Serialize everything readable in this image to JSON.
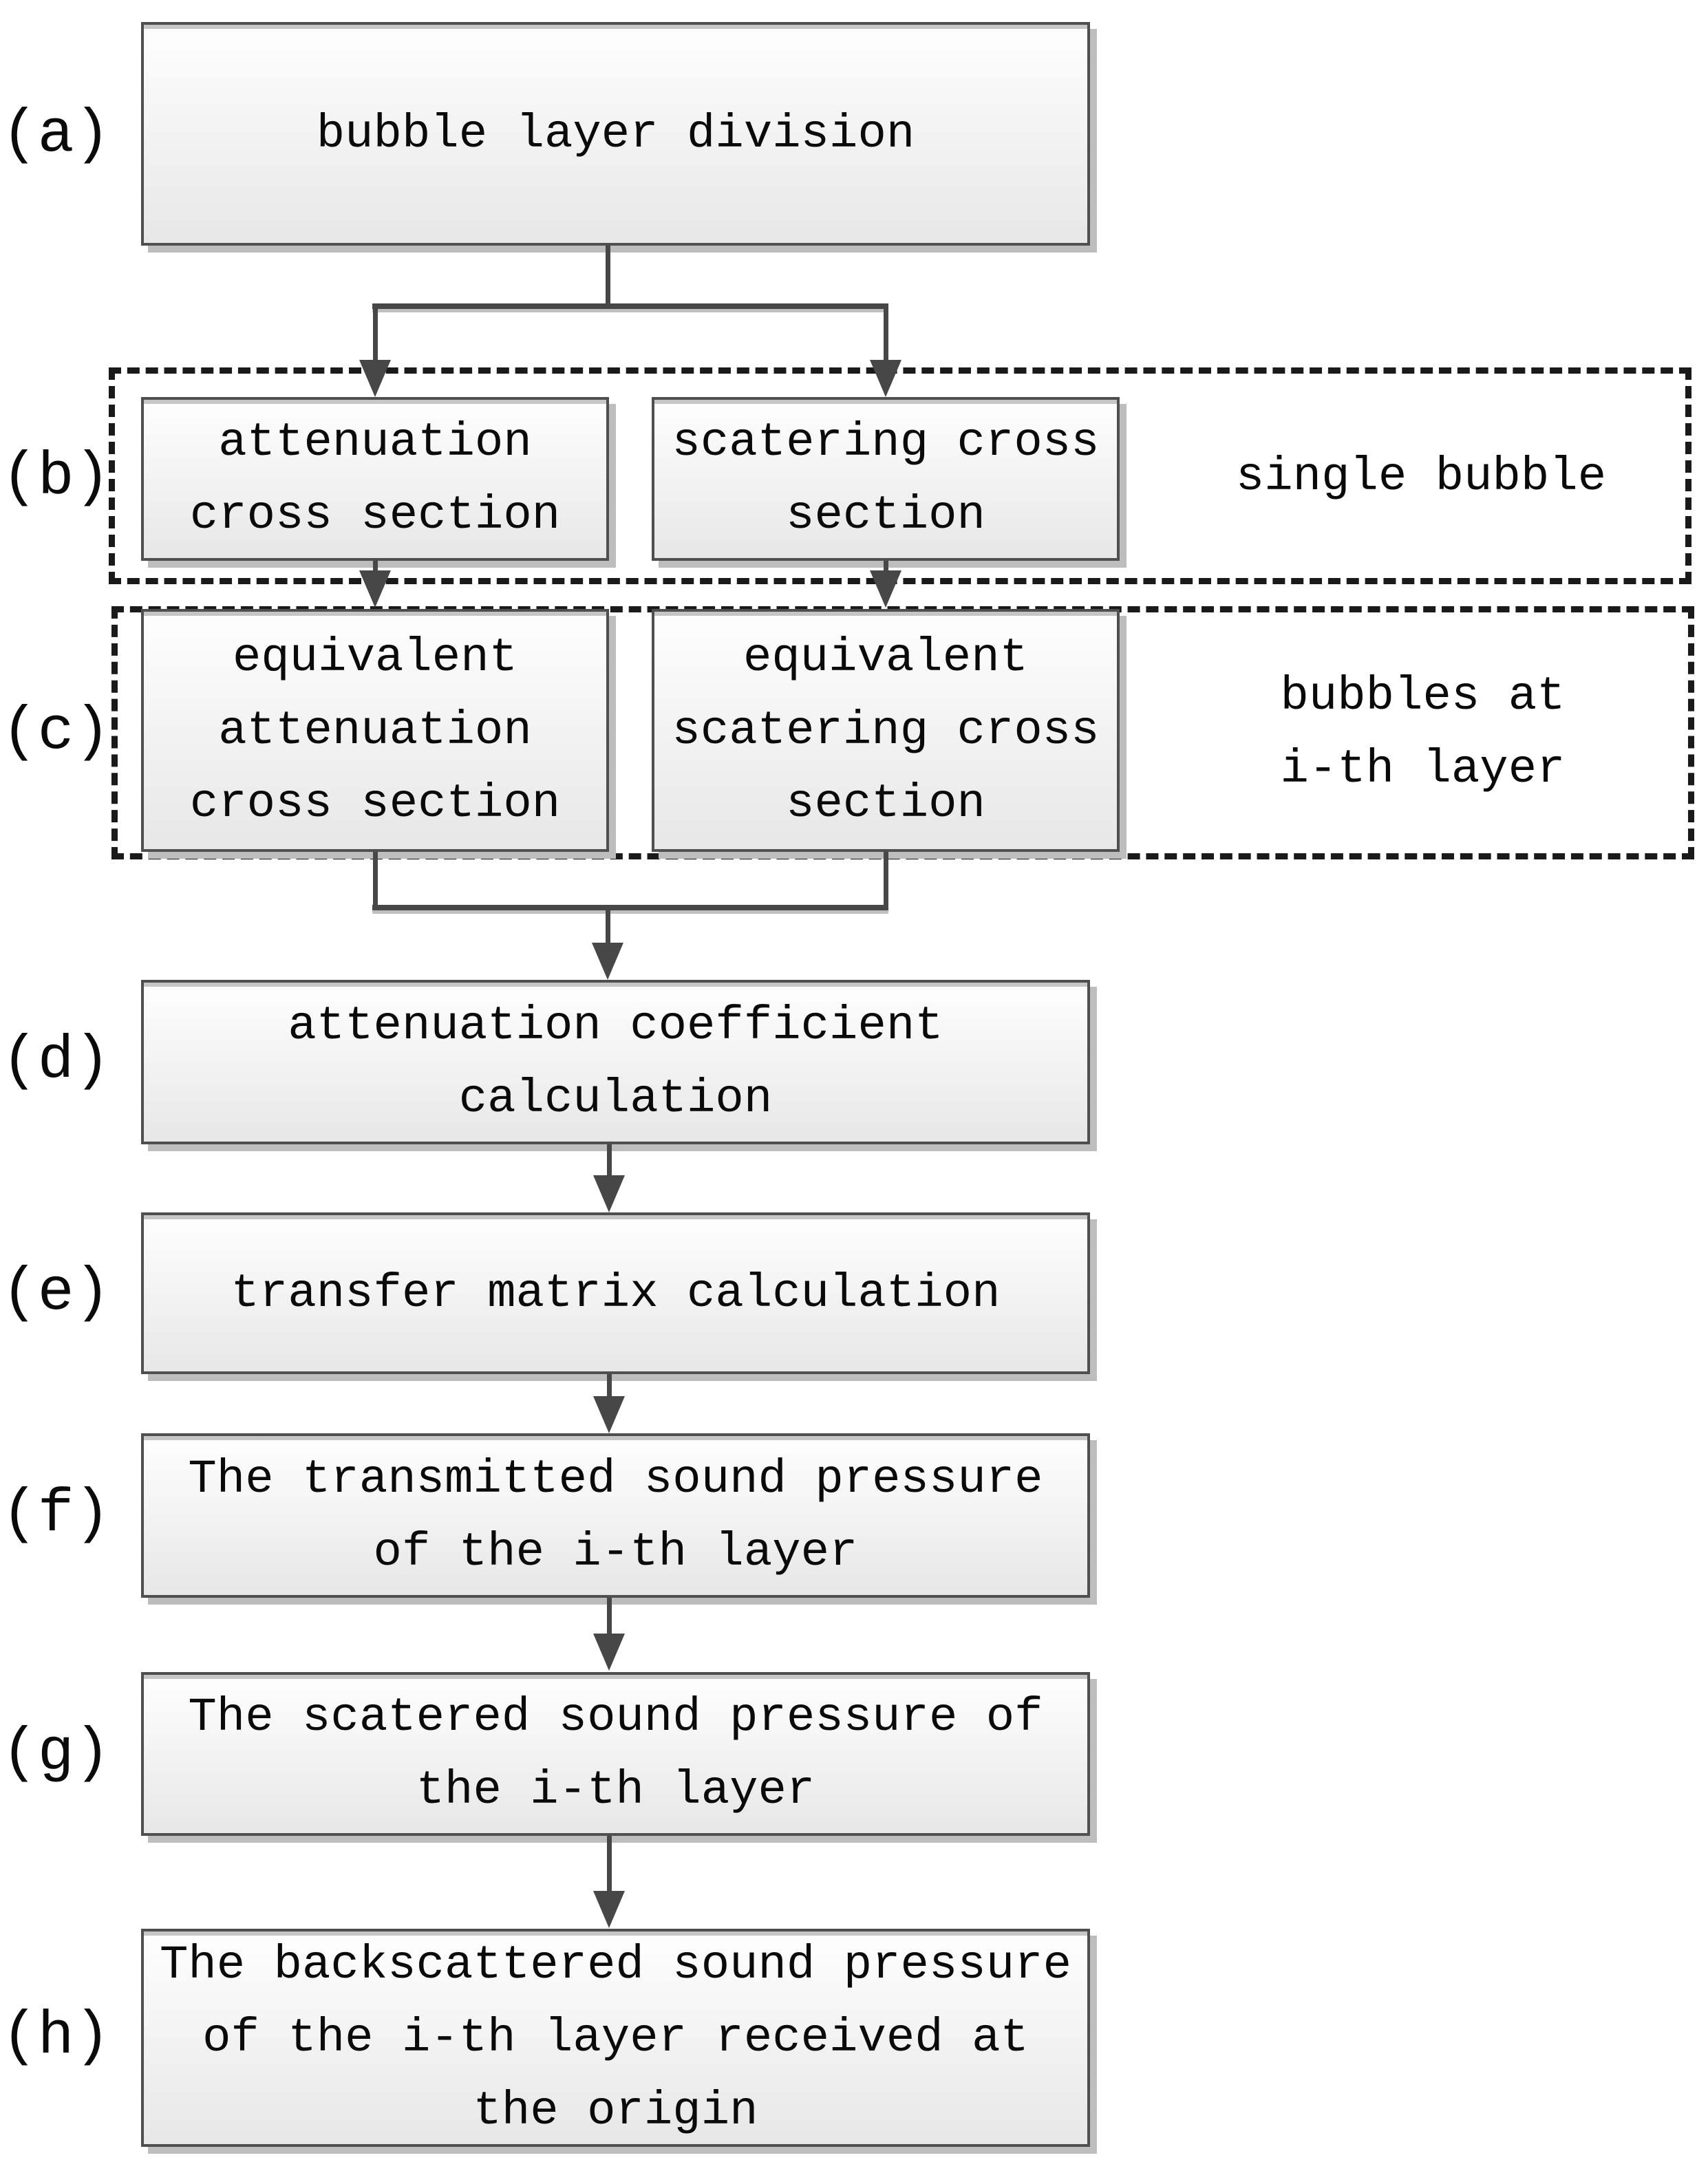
{
  "colors": {
    "page_bg": "#ffffff",
    "box_border": "#4f4f4f",
    "box_fill_top": "#fefefe",
    "box_fill_bottom": "#e7e7e7",
    "box_shadow": "#bdbdbd",
    "dashed_border": "#1a1a1a",
    "connector": "#474747",
    "text": "#0a0a0a"
  },
  "side_labels": {
    "a": "(a)",
    "b": "(b)",
    "c": "(c)",
    "d": "(d)",
    "e": "(e)",
    "f": "(f)",
    "g": "(g)",
    "h": "(h)"
  },
  "nodes": {
    "a": {
      "line1": "bubble layer division"
    },
    "b1": {
      "line1": "attenuation",
      "line2": "cross section"
    },
    "b2": {
      "line1": "scatering cross",
      "line2": "section"
    },
    "c1": {
      "line1": "equivalent",
      "line2": "attenuation",
      "line3": "cross section"
    },
    "c2": {
      "line1": "equivalent",
      "line2": "scatering cross",
      "line3": "section"
    },
    "d": {
      "line1": "attenuation coefficient",
      "line2": "calculation"
    },
    "e": {
      "line1": "transfer matrix calculation"
    },
    "f": {
      "line1": "The transmitted sound pressure",
      "line2": "of the i-th layer"
    },
    "g": {
      "line1": "The scatered sound pressure of",
      "line2": "the i-th layer"
    },
    "h": {
      "line1": "The backscattered sound pressure",
      "line2": "of the i-th layer received at",
      "line3": "the origin"
    }
  },
  "group_labels": {
    "single_bubble": "single bubble",
    "ith_layer_line1": "bubbles at",
    "ith_layer_line2": "i-th layer"
  }
}
